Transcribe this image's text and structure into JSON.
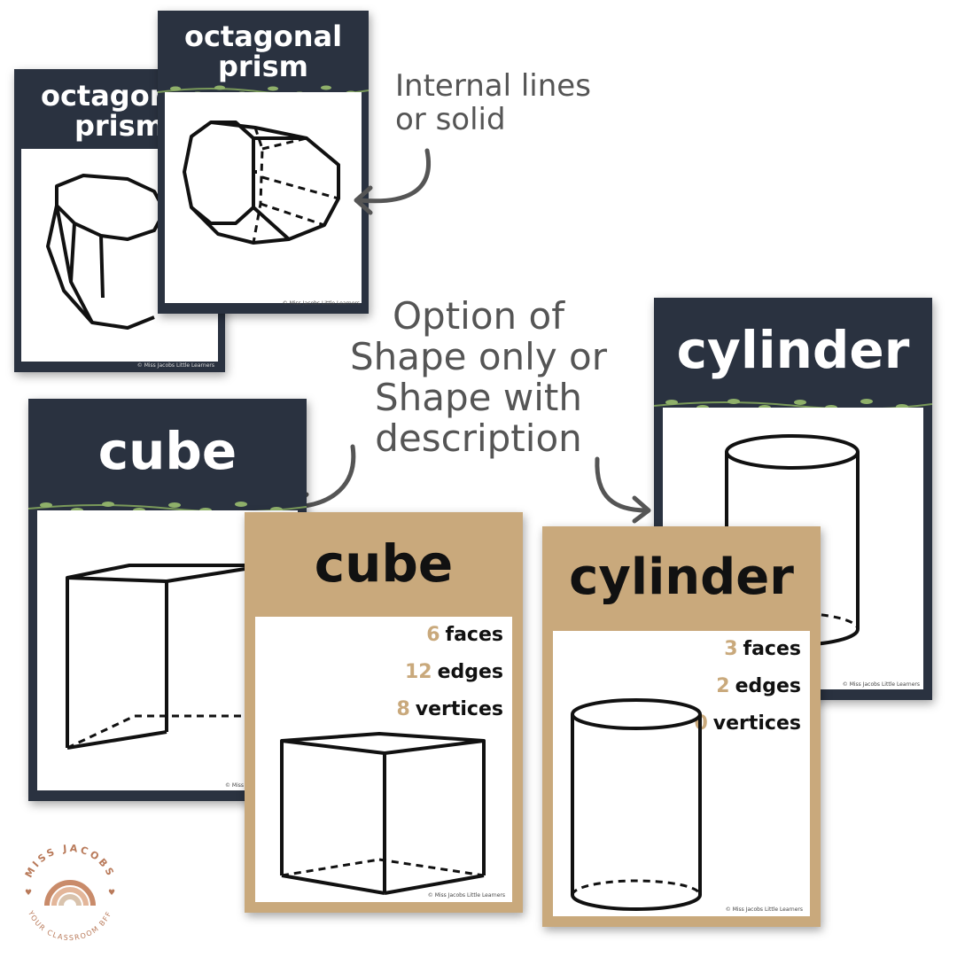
{
  "cards": {
    "octagonal_back": {
      "title_line1": "octagonal",
      "title_line2": "prism",
      "credit": "© Miss Jacobs Little Learners"
    },
    "octagonal_front": {
      "title_line1": "octagonal",
      "title_line2": "prism",
      "credit": "© Miss Jacobs Little Learners"
    },
    "cube_navy": {
      "title": "cube",
      "credit": "© Miss"
    },
    "cube_kraft": {
      "title": "cube",
      "props": [
        {
          "num": "6",
          "label": "faces"
        },
        {
          "num": "12",
          "label": "edges"
        },
        {
          "num": "8",
          "label": "vertices"
        }
      ],
      "credit": "© Miss Jacobs Little Learners"
    },
    "cylinder_navy": {
      "title": "cylinder",
      "credit": "© Miss Jacobs Little Learners"
    },
    "cylinder_kraft": {
      "title": "cylinder",
      "props": [
        {
          "num": "3",
          "label": "faces"
        },
        {
          "num": "2",
          "label": "edges"
        },
        {
          "num": "0",
          "label": "vertices"
        }
      ],
      "credit": "© Miss Jacobs Little Learners"
    }
  },
  "annotations": {
    "internal_line1": "Internal lines",
    "internal_line2": "or solid",
    "option_line1": "Option of",
    "option_line2": "Shape only or",
    "option_line3": "Shape with",
    "option_line4": "description"
  },
  "logo": {
    "top_text": "MISS JACOBS",
    "bottom_text": "YOUR CLASSROOM BFF"
  },
  "colors": {
    "navy": "#2a3240",
    "kraft": "#c9a97c",
    "number_accent": "#c9a97c",
    "annotation": "#555555"
  }
}
